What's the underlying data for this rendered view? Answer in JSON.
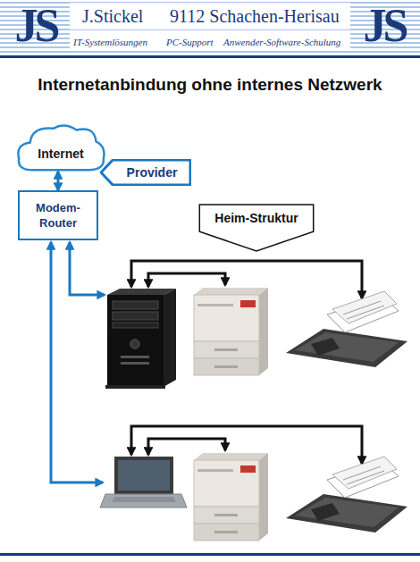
{
  "diagram": {
    "title": "Internetanbindung ohne internes Netzwerk",
    "nodes": [
      {
        "text": [
          "Internet"
        ]
      },
      {
        "text": [
          "Provider"
        ]
      },
      {
        "text": [
          "Modem- Router"
        ]
      },
      {
        "text": [
          "Heim-Struktur"
        ]
      }
    ],
    "edges": [
      {
        "from": 0,
        "to": 2,
        "arrow": "both"
      }
    ],
    "labels": [
      "JS",
      "J.Stickel",
      "9112 Schachen-Herisau",
      "JS",
      "IT-Systemlösungen",
      "PC-Support",
      "Anwender-Software-Schulung"
    ]
  }
}
